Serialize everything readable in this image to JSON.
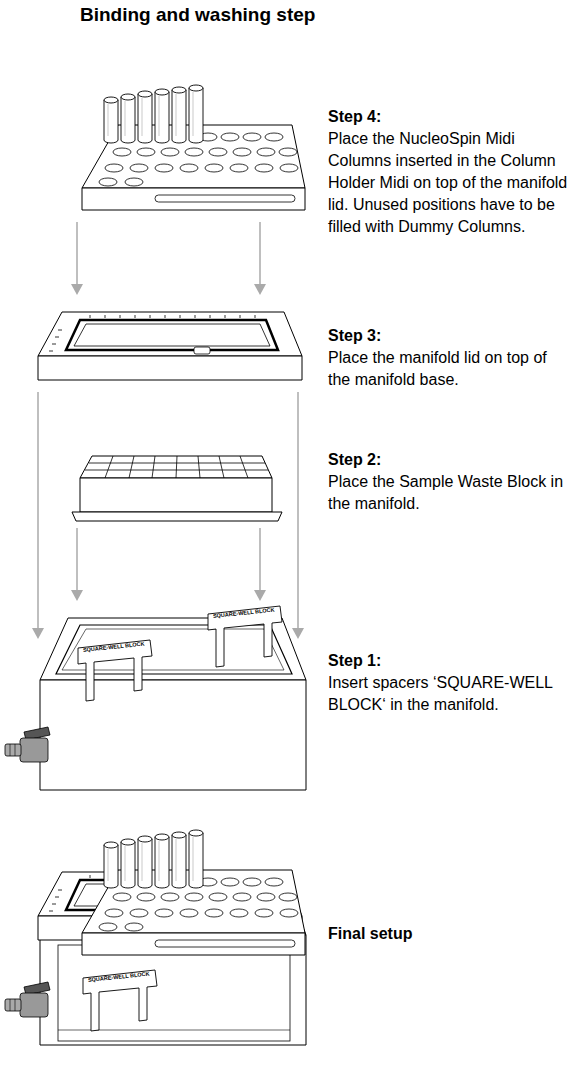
{
  "diagram": {
    "title": "Binding and washing step",
    "labels": [
      "Step 4:",
      "Place the NucleoSpin Midi Columns inserted in the Column Holder Midi on top of the manifold lid. Unused positions have to be filled with Dummy Columns.",
      "Step 3:",
      "Place the manifold lid on top of the manifold base.",
      "Step 2:",
      "Place the Sample Waste Block in the manifold.",
      "Step 1:",
      "Insert spacers ‘SQUARE-WELL BLOCK‘ in the manifold.",
      "SQUARE-WELL BLOCK",
      "SQUARE-WELL BLOCK",
      "Final setup",
      "SQUARE-WELL BLOCK"
    ]
  }
}
